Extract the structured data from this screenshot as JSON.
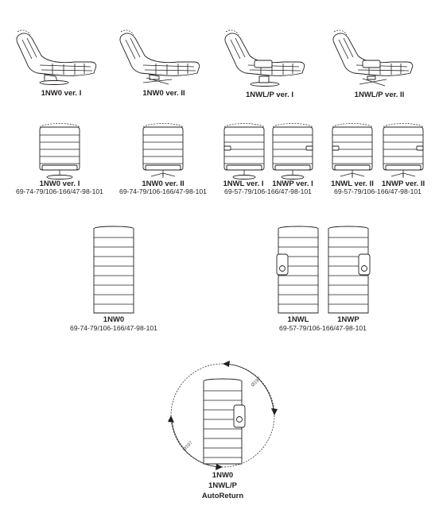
{
  "side_views": [
    {
      "label": "1NW0 ver. I"
    },
    {
      "label": "1NW0 ver. II"
    },
    {
      "label": "1NWL/P ver. I"
    },
    {
      "label": "1NWL/P ver. II"
    }
  ],
  "front_views": [
    {
      "label": "1NW0 ver. I",
      "dims": "69-74-79/106-166/47-98-101"
    },
    {
      "label": "1NW0 ver. II",
      "dims": "69-74-79/106-166/47-98-101"
    },
    {
      "label": "1NWL ver. I",
      "label2": "1NWP ver. I",
      "dims": "69-57-79/106-166/47-98-101"
    },
    {
      "label": "1NWL ver. II",
      "label2": "1NWP ver. II",
      "dims": "69-57-79/106-166/47-98-101"
    }
  ],
  "top_views": [
    {
      "label": "1NW0",
      "dims": "69-74-79/106-166/47-98-101"
    },
    {
      "label": "1NWL",
      "label2": "1NWP",
      "dims": "69-57-79/106-166/47-98-101"
    }
  ],
  "rotation": {
    "line1": "1NW0",
    "line2": "1NWL/P",
    "line3": "AutoReturn",
    "diameter_label": "Ø197"
  }
}
